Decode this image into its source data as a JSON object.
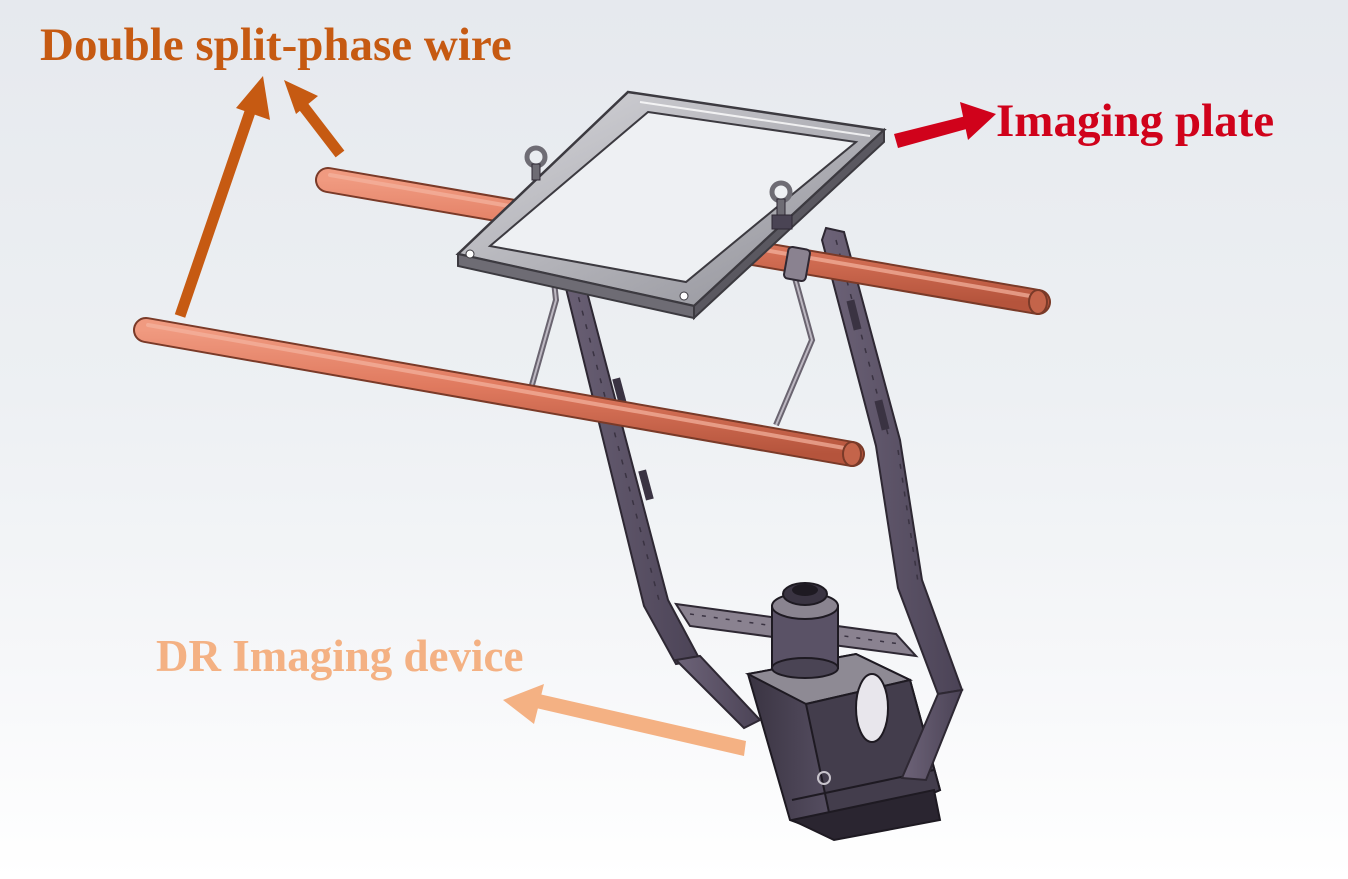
{
  "labels": {
    "wire": "Double split-phase wire",
    "plate": "Imaging plate",
    "device": "DR Imaging device"
  },
  "colors": {
    "wire_label": "#c65a12",
    "plate_label": "#d0021b",
    "device_label": "#f4b183",
    "conductor": "#e07a5f",
    "frame": "#5b5266",
    "plate_frame": "#b8b8bc",
    "device_body": "#4a4454"
  },
  "icons": {
    "arrow": "arrow-icon",
    "eye_bolt": "eye-bolt-icon",
    "camera": "camera-icon"
  }
}
